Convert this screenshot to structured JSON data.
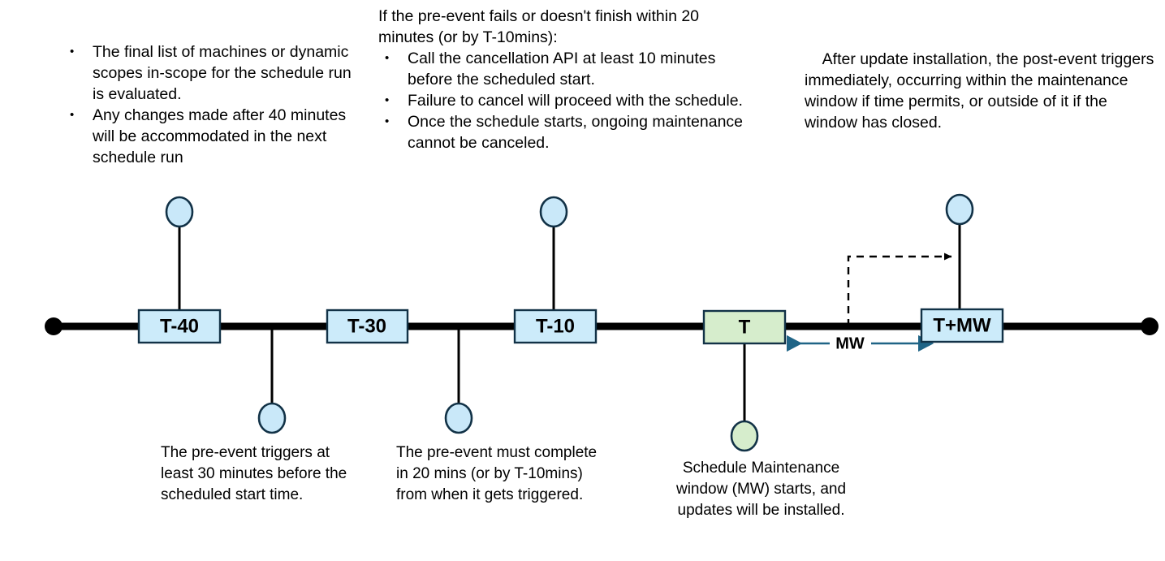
{
  "annotations": {
    "left_block": {
      "bullets": [
        "The final list of machines or dynamic scopes in-scope for the schedule run is evaluated.",
        "Any changes made after 40 minutes will be accommodated in the next schedule run"
      ]
    },
    "middle_block": {
      "lead": "If the pre-event fails or doesn't finish within 20 minutes (or by T-10mins):",
      "bullets": [
        "Call the cancellation API at least 10 minutes before the scheduled start.",
        "Failure to cancel will proceed with the schedule.",
        "Once the schedule starts, ongoing maintenance cannot be canceled."
      ]
    },
    "right_block": {
      "text": "    After update installation, the post-event triggers immediately, occurring within the maintenance window if time permits, or outside of it if the window has closed."
    }
  },
  "timeline": {
    "milestones": [
      {
        "id": "t-minus-40",
        "label": "T-40",
        "fill": "#CCEBFA"
      },
      {
        "id": "t-minus-30",
        "label": "T-30",
        "fill": "#CCEBFA"
      },
      {
        "id": "t-minus-10",
        "label": "T-10",
        "fill": "#CCEBFA"
      },
      {
        "id": "t-zero",
        "label": "T",
        "fill": "#D6EDCC"
      },
      {
        "id": "t-plus-mw",
        "label": "T+MW",
        "fill": "#CCEBFA"
      }
    ],
    "span_label": "MW"
  },
  "captions": {
    "below_t40": "The pre-event triggers at least 30 minutes before the scheduled start time.",
    "below_t30": "The pre-event must complete in 20 mins (or by T-10mins) from when it gets triggered.",
    "below_t": "Schedule Maintenance window (MW) starts, and updates will be installed."
  },
  "colors": {
    "line": "#000000",
    "box_blue_fill": "#CCEBFA",
    "box_green_fill": "#D6EDCC",
    "box_stroke": "#123247",
    "circle_blue_fill": "#C9E8F9",
    "circle_green_fill": "#D6EDCC",
    "circle_stroke": "#123247",
    "mw_arrow": "#1F6486",
    "dashed_arrow": "#000000"
  }
}
